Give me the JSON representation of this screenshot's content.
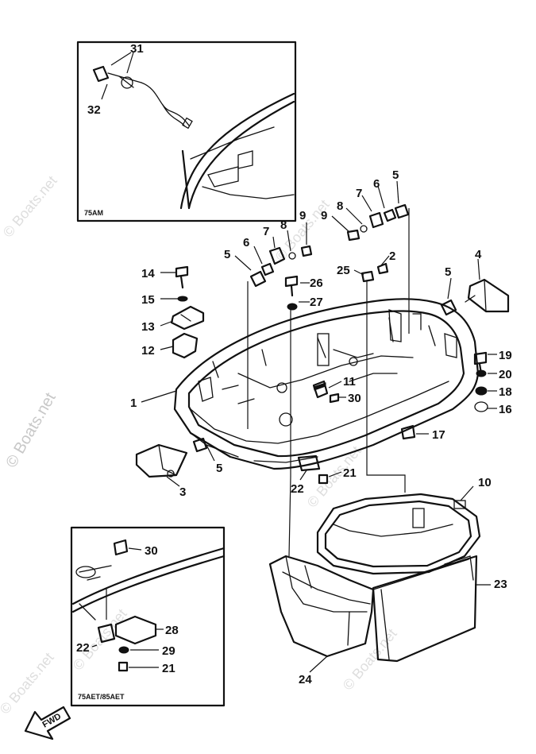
{
  "insets": {
    "top_label": "75AM",
    "bottom_label": "75AET/85AET"
  },
  "direction_label": "FWD",
  "watermark": "© Boats.net",
  "callouts": {
    "p1": "1",
    "p2": "2",
    "p3": "3",
    "p4": "4",
    "p5a": "5",
    "p5b": "5",
    "p5c": "5",
    "p5d": "5",
    "p6a": "6",
    "p6b": "6",
    "p7a": "7",
    "p7b": "7",
    "p8a": "8",
    "p8b": "8",
    "p9a": "9",
    "p9b": "9",
    "p10": "10",
    "p11": "11",
    "p12": "12",
    "p13": "13",
    "p14": "14",
    "p15": "15",
    "p16": "16",
    "p17": "17",
    "p18": "18",
    "p19": "19",
    "p20": "20",
    "p21a": "21",
    "p21b": "21",
    "p22a": "22",
    "p22b": "22",
    "p23": "23",
    "p24": "24",
    "p25": "25",
    "p26": "26",
    "p27": "27",
    "p28": "28",
    "p29": "29",
    "p30a": "30",
    "p30b": "30",
    "p31": "31",
    "p32": "32"
  }
}
